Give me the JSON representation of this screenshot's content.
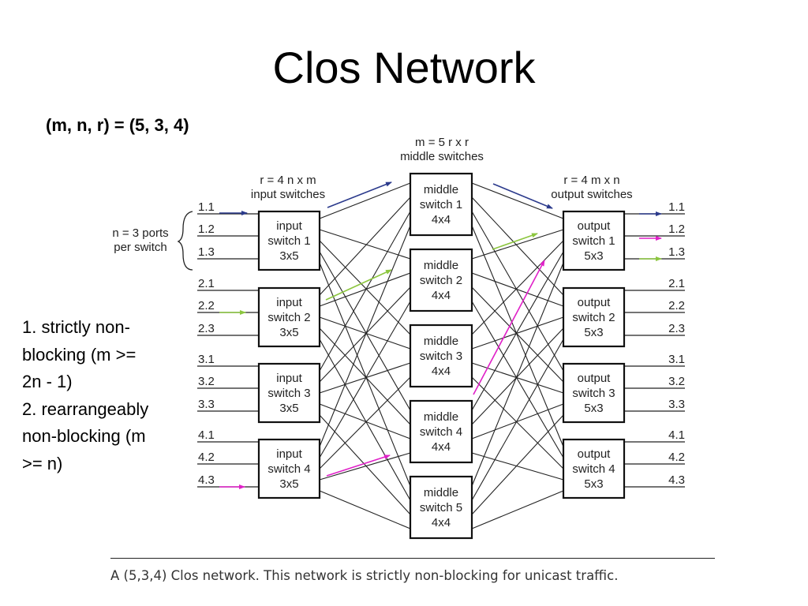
{
  "slide": {
    "title": "Clos Network",
    "params": "(m, n, r) = (5, 3, 4)",
    "notes": [
      "1. strictly non-",
      "blocking (m >=",
      "2n - 1)",
      "2. rearrangeably",
      "non-blocking (m",
      ">= n)"
    ],
    "caption": "A (5,3,4) Clos network. This network is strictly non-blocking for unicast traffic."
  },
  "diagram": {
    "labels": {
      "ports_brace": [
        "n = 3 ports",
        "per switch"
      ],
      "input_header": [
        "r = 4 n x m",
        "input switches"
      ],
      "middle_header": [
        "m = 5 r x r",
        "middle switches"
      ],
      "output_header": [
        "r = 4 m x n",
        "output switches"
      ]
    },
    "input_switches": [
      {
        "lines": [
          "input",
          "switch 1",
          "3x5"
        ],
        "ports": [
          "1.1",
          "1.2",
          "1.3"
        ]
      },
      {
        "lines": [
          "input",
          "switch 2",
          "3x5"
        ],
        "ports": [
          "2.1",
          "2.2",
          "2.3"
        ]
      },
      {
        "lines": [
          "input",
          "switch 3",
          "3x5"
        ],
        "ports": [
          "3.1",
          "3.2",
          "3.3"
        ]
      },
      {
        "lines": [
          "input",
          "switch 4",
          "3x5"
        ],
        "ports": [
          "4.1",
          "4.2",
          "4.3"
        ]
      }
    ],
    "middle_switches": [
      {
        "lines": [
          "middle",
          "switch 1",
          "4x4"
        ]
      },
      {
        "lines": [
          "middle",
          "switch 2",
          "4x4"
        ]
      },
      {
        "lines": [
          "middle",
          "switch 3",
          "4x4"
        ]
      },
      {
        "lines": [
          "middle",
          "switch 4",
          "4x4"
        ]
      },
      {
        "lines": [
          "middle",
          "switch 5",
          "4x4"
        ]
      }
    ],
    "output_switches": [
      {
        "lines": [
          "output",
          "switch 1",
          "5x3"
        ],
        "ports": [
          "1.1",
          "1.2",
          "1.3"
        ]
      },
      {
        "lines": [
          "output",
          "switch 2",
          "5x3"
        ],
        "ports": [
          "2.1",
          "2.2",
          "2.3"
        ]
      },
      {
        "lines": [
          "output",
          "switch 3",
          "5x3"
        ],
        "ports": [
          "3.1",
          "3.2",
          "3.3"
        ]
      },
      {
        "lines": [
          "output",
          "switch 4",
          "5x3"
        ],
        "ports": [
          "4.1",
          "4.2",
          "4.3"
        ]
      }
    ],
    "colors": {
      "navy": "#2b3a8c",
      "green": "#8cc63f",
      "magenta": "#e020c8",
      "line": "#222222"
    }
  }
}
